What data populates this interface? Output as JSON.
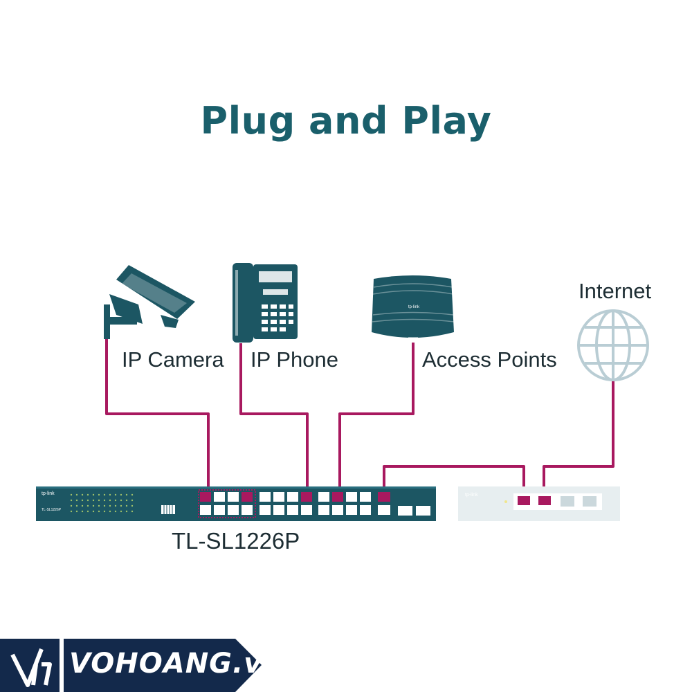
{
  "title": "Plug and Play",
  "devices": {
    "camera": {
      "label": "IP Camera",
      "icon": "cctv-camera-icon"
    },
    "phone": {
      "label": "IP Phone",
      "icon": "desk-phone-icon"
    },
    "access_point": {
      "label": "Access Points",
      "icon": "ceiling-access-point-icon",
      "brand": "tp-link"
    },
    "internet": {
      "label": "Internet",
      "icon": "globe-icon"
    },
    "switch": {
      "label": "TL-SL1226P",
      "brand": "tp-link",
      "model_small": "TL-SL1226P"
    },
    "router": {
      "brand": "tp-link"
    }
  },
  "colors": {
    "title": "#1a5f6b",
    "device": "#1c5663",
    "cable": "#a8195f",
    "globe": "#b9cdd4",
    "router": "#e7eef0",
    "banner": "#13294b"
  },
  "watermark": {
    "text": "VOHOANG.vn"
  }
}
